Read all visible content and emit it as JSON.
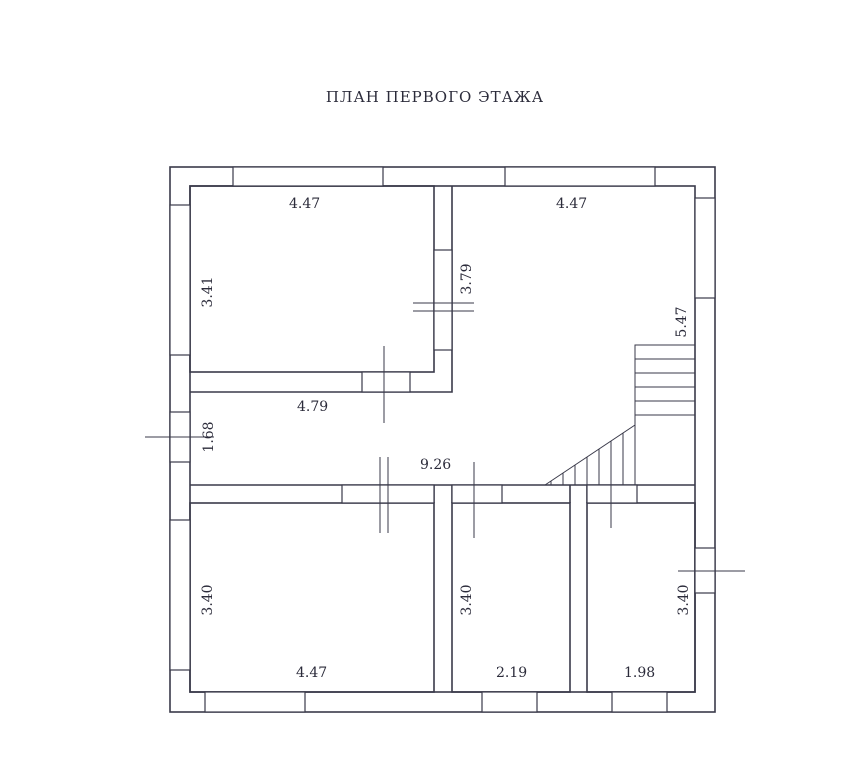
{
  "title": "ПЛАН ПЕРВОГО ЭТАЖА",
  "dimensions": {
    "room1_width": "4.47",
    "room1_height": "3.41",
    "room2_height": "3.79",
    "room3_width": "4.47",
    "room3_height": "5.47",
    "hall_width": "4.79",
    "hall_height": "1.68",
    "corridor_length": "9.26",
    "room4_height": "3.40",
    "room4_width": "4.47",
    "room5_height": "3.40",
    "room5_width": "2.19",
    "room6_height": "3.40",
    "room6_width": "1.98"
  }
}
